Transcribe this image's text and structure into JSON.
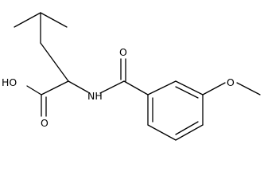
{
  "molecule": {
    "atom_labels": {
      "hydroxyl": "HO",
      "carboxyl_oxygen": "O",
      "amide_nitrogen": "NH",
      "amide_oxygen": "O",
      "ether_oxygen": "O"
    }
  }
}
